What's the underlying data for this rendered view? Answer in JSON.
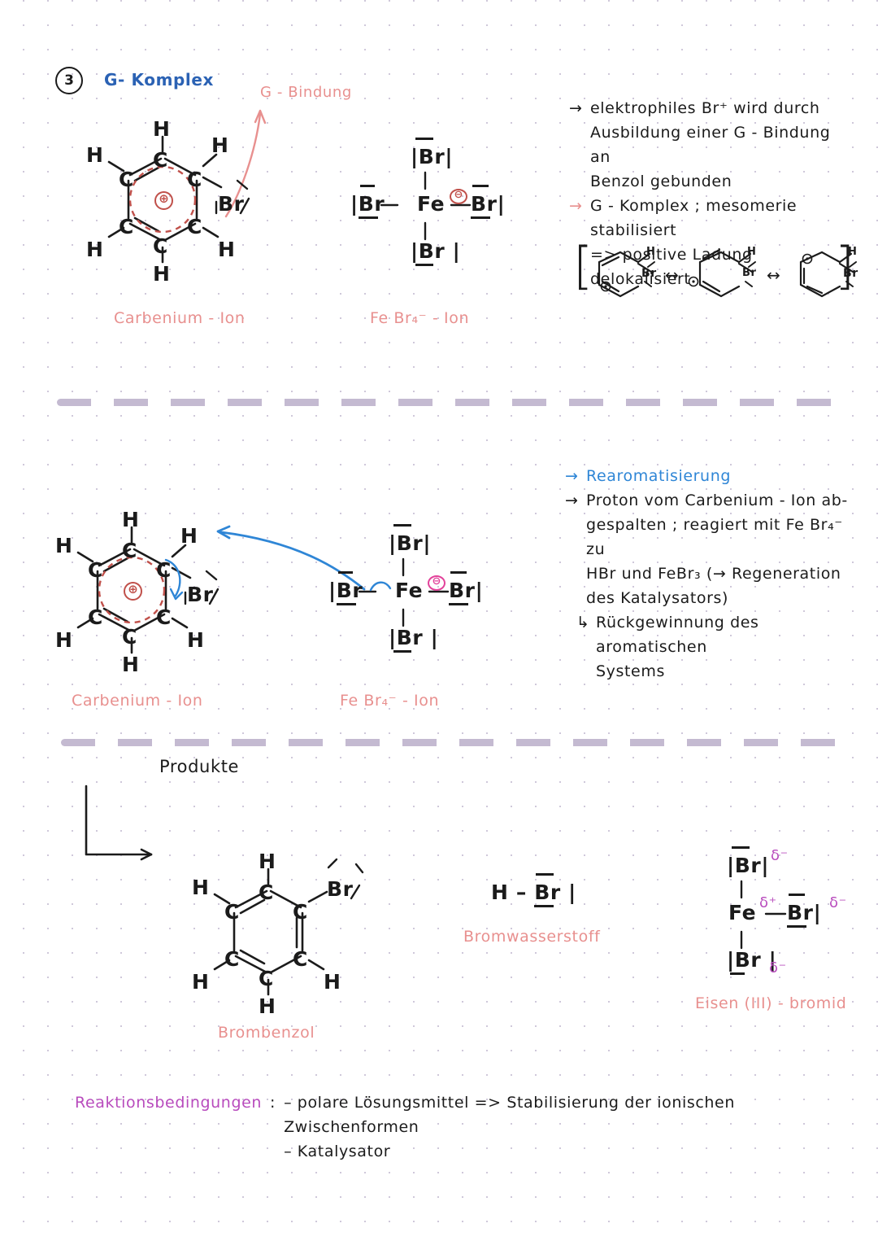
{
  "page": {
    "step_number": "3",
    "step_title": "G- Komplex",
    "accents": {
      "blue": "#2b62b4",
      "light_blue": "#2f86d6",
      "salmon": "#e8908f",
      "purple": "#b84bbd",
      "red": "#c0504a",
      "pink": "#e2429a",
      "divider": "#b9aec9"
    }
  },
  "section1": {
    "sigma_bond_label": "G - Bindung",
    "left_structure_label": "Carbenium - Ion",
    "right_structure_label": "Fe Br₄⁻ - Ion",
    "carbenium": {
      "atoms": [
        "C",
        "C",
        "C",
        "C",
        "C",
        "C"
      ],
      "hydrogens": [
        "H",
        "H",
        "H",
        "H",
        "H"
      ],
      "substituent": "Br",
      "charge": "⊕"
    },
    "febr4": {
      "center": "Fe",
      "ligand_top": "Br",
      "ligand_left": "Br",
      "ligand_right": "Br",
      "ligand_bottom": "Br",
      "charge": "⊖"
    },
    "notes": [
      {
        "marker": "→",
        "marker_color": "dark",
        "text": "elektrophiles  Br⁺  wird  durch"
      },
      {
        "marker": "",
        "marker_color": "dark",
        "text": "Ausbildung  einer  G - Bindung   an"
      },
      {
        "marker": "",
        "marker_color": "dark",
        "text": "Benzol  gebunden"
      },
      {
        "marker": "→",
        "marker_color": "salmon",
        "text": "G - Komplex ; mesomerie stabilisiert"
      },
      {
        "marker": "",
        "marker_color": "dark",
        "text": "=> positive  Ladung   delokalisiert"
      }
    ],
    "resonance": {
      "bracket_open": "[",
      "bracket_close": "]",
      "arrow": "↔",
      "structures": [
        {
          "charge_position": "bottom-left",
          "h_label": "H",
          "br_label": "Br"
        },
        {
          "charge_position": "left",
          "h_label": "H",
          "br_label": "Br"
        },
        {
          "charge_position": "top-left",
          "h_label": "H",
          "br_label": "Br"
        }
      ]
    }
  },
  "section2": {
    "left_structure_label": "Carbenium - Ion",
    "right_structure_label": "Fe Br₄⁻ - Ion",
    "carbenium": {
      "substituent": "Br",
      "charge": "⊕"
    },
    "febr4": {
      "center": "Fe",
      "ligand_top": "Br",
      "ligand_left": "Br",
      "ligand_right": "Br",
      "ligand_bottom": "Br",
      "charge": "⊖"
    },
    "notes": [
      {
        "marker": "→",
        "marker_color": "light_blue",
        "text": "Rearomatisierung",
        "text_color": "light_blue"
      },
      {
        "marker": "→",
        "marker_color": "dark",
        "text": "Proton  vom  Carbenium - Ion   ab-"
      },
      {
        "marker": "",
        "marker_color": "dark",
        "text": "gespalten ; reagiert  mit  Fe Br₄⁻   zu"
      },
      {
        "marker": "",
        "marker_color": "dark",
        "text": "HBr  und  FeBr₃ (→ Regeneration"
      },
      {
        "marker": "",
        "marker_color": "dark",
        "text": "des   Katalysators)"
      },
      {
        "marker": "↳",
        "marker_color": "dark",
        "text": "Rückgewinnung  des   aromatischen"
      },
      {
        "marker": "",
        "marker_color": "dark",
        "text": "Systems"
      }
    ]
  },
  "section3": {
    "title": "Produkte",
    "bromobenzene": {
      "label": "Brombenzol",
      "substituent": "Br",
      "hydrogens": [
        "H",
        "H",
        "H",
        "H",
        "H"
      ]
    },
    "hydrogen_bromide": {
      "formula_h": "H",
      "formula_dash": "–",
      "formula_br": "Br",
      "label": "Bromwasserstoff"
    },
    "iron_bromide": {
      "center": "Fe",
      "ligand_top": "Br",
      "ligand_right": "Br",
      "ligand_bottom": "Br",
      "delta_top": "δ⁻",
      "delta_center": "δ⁺",
      "delta_right": "δ⁻",
      "delta_bottom": "δ⁻",
      "label": "Eisen (III) - bromid"
    }
  },
  "section4": {
    "title": "Reaktionsbedingungen",
    "colon": ":",
    "conditions": [
      "–  polare  Lösungsmittel  =>  Stabilisierung  der  ionischen  Zwischenformen",
      "–  Katalysator"
    ]
  }
}
